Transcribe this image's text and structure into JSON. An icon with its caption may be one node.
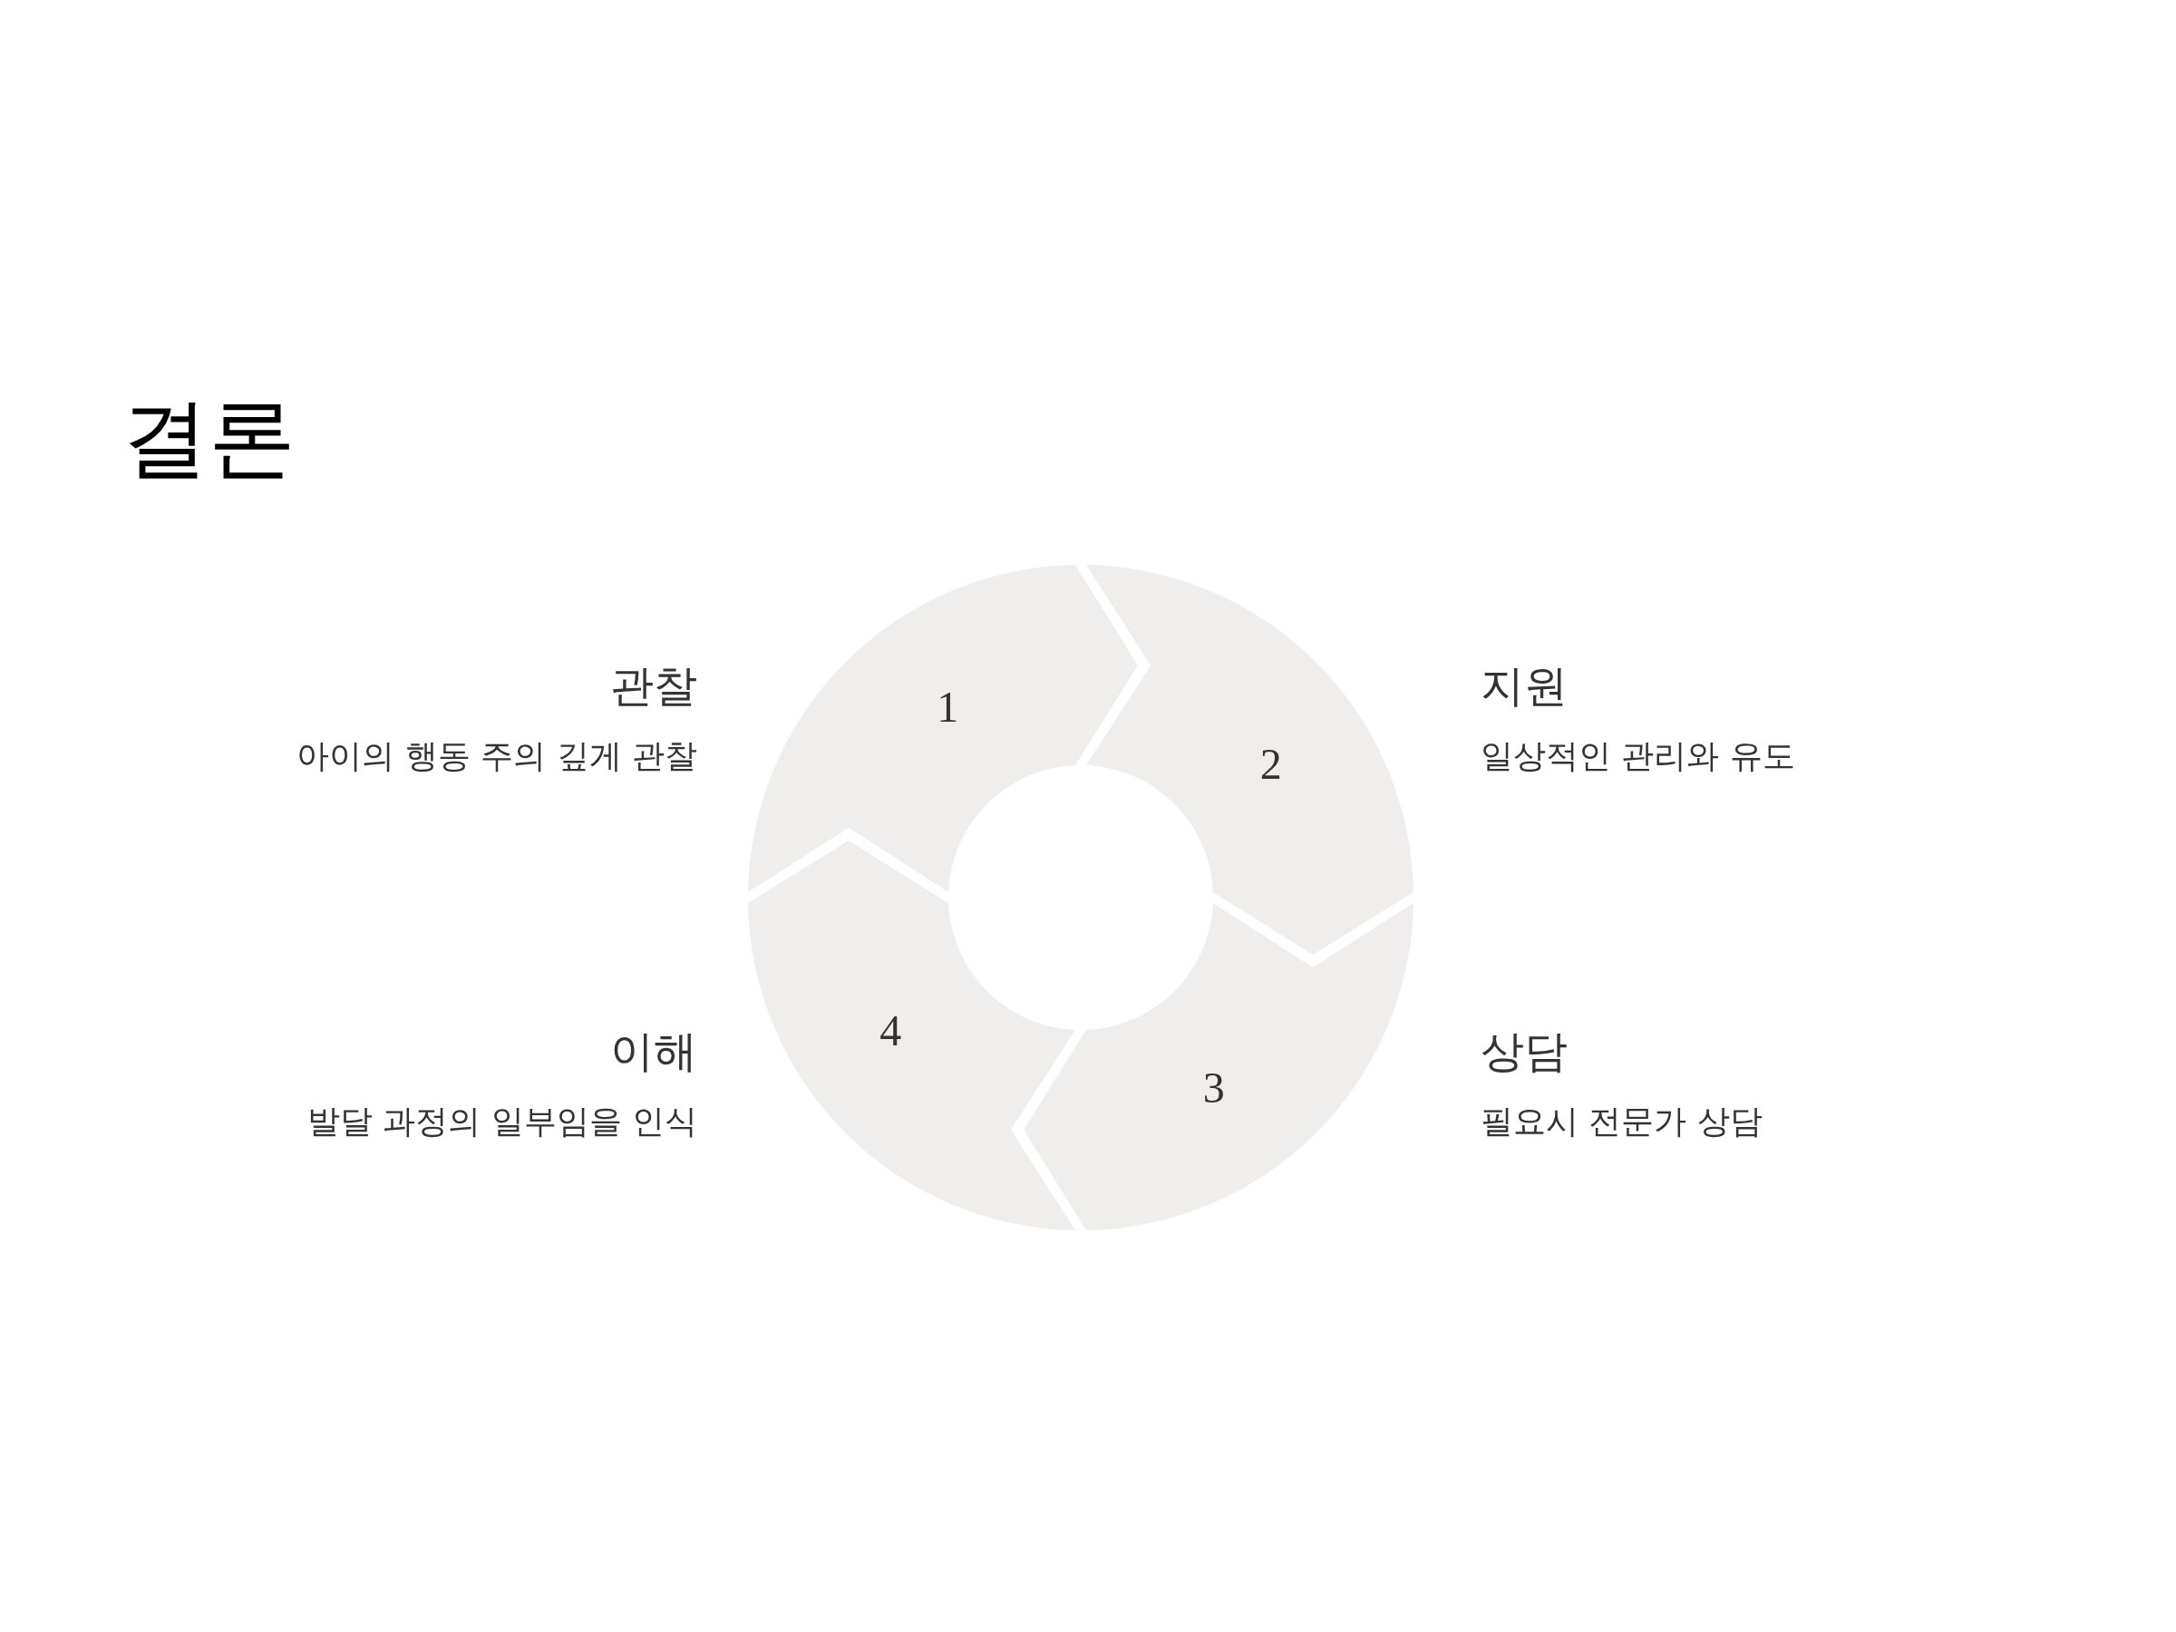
{
  "diagram": {
    "title": "결론",
    "nodes": [
      {
        "text": [
          "1"
        ],
        "beside": [
          "관찰",
          "아이의 행동 주의 깊게 관찰"
        ]
      },
      {
        "text": [
          "2"
        ],
        "beside": [
          "지원",
          "일상적인 관리와 유도"
        ]
      },
      {
        "text": [
          "3"
        ],
        "beside": [
          "상담",
          "필요시 전문가 상담"
        ]
      },
      {
        "text": [
          "4"
        ],
        "beside": [
          "이해",
          "발달 과정의 일부임을 인식"
        ]
      }
    ]
  }
}
